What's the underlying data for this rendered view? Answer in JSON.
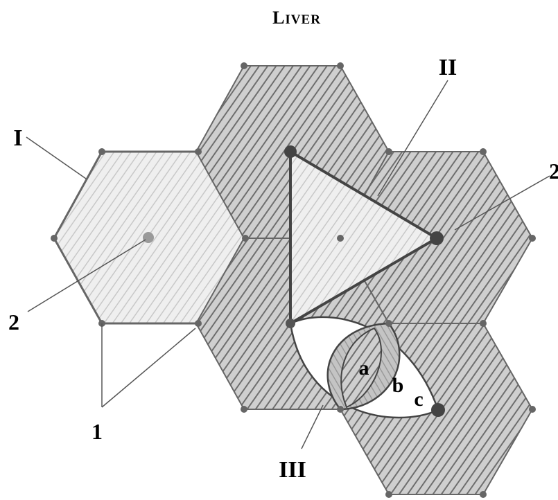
{
  "title": {
    "first": "L",
    "rest": "IVER"
  },
  "labels": {
    "classic_lobule": "I",
    "portal_lobule": "II",
    "acinus": "III",
    "portal_tract": "1",
    "central_vein_left": "2",
    "central_vein_right": "2",
    "zone_a": "a",
    "zone_b": "b",
    "zone_c": "c"
  },
  "colors": {
    "hex_fill_dark": "#8c8c8c",
    "hex_fill_light": "#e4e4e4",
    "outline": "#555555",
    "label_text": "#000000"
  }
}
